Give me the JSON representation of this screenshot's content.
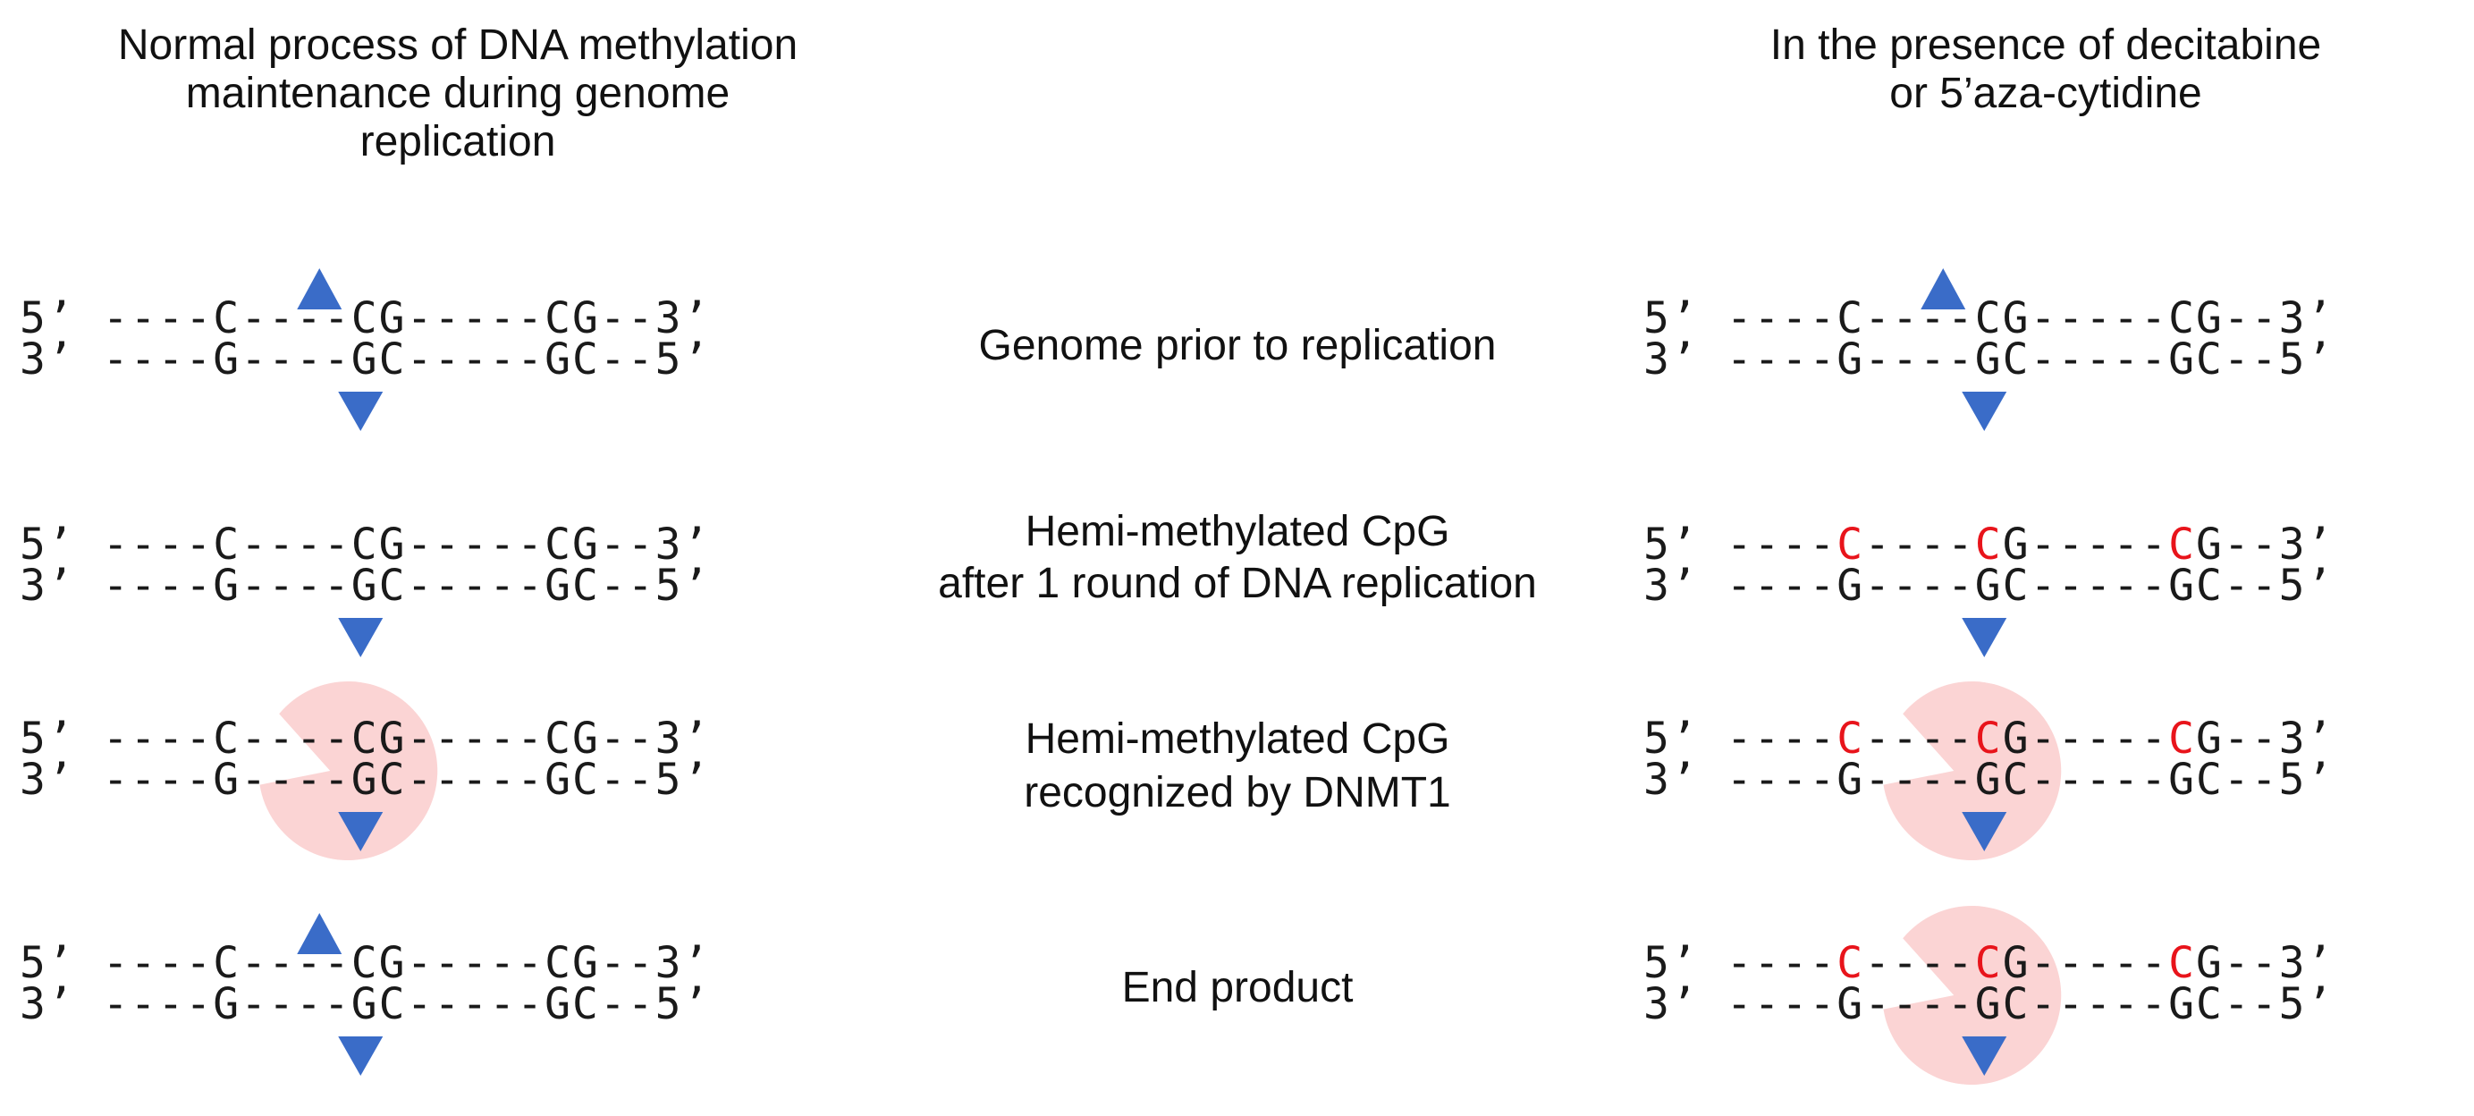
{
  "headers": {
    "left": [
      "Normal process of DNA methylation",
      "maintenance during genome",
      "replication"
    ],
    "right": [
      "In the presence of decitabine",
      "or 5’aza-cytidine"
    ]
  },
  "steps": [
    {
      "label": [
        "Genome prior to replication"
      ],
      "left": {
        "top": [
          [
            "5’ ----C----CG-----CG--3’",
            false
          ]
        ],
        "bottom": "3’ ----G----GC-----GC--5’",
        "up_mark": true,
        "down_mark": true,
        "dnmt1": false
      },
      "right": {
        "top": [
          [
            "5’ ----C----CG-----CG--3’",
            false
          ]
        ],
        "bottom": "3’ ----G----GC-----GC--5’",
        "up_mark": true,
        "down_mark": true,
        "dnmt1": false
      }
    },
    {
      "label": [
        "Hemi-methylated CpG",
        "after 1 round of DNA replication"
      ],
      "left": {
        "top": [
          [
            "5’ ----C----CG-----CG--3’",
            false
          ]
        ],
        "bottom": "3’ ----G----GC-----GC--5’",
        "up_mark": false,
        "down_mark": true,
        "dnmt1": false
      },
      "right": {
        "top": [
          [
            "5’ ----",
            false
          ],
          [
            "C",
            true
          ],
          [
            "----",
            false
          ],
          [
            "C",
            true
          ],
          [
            "G-----",
            false
          ],
          [
            "C",
            true
          ],
          [
            "G--3’",
            false
          ]
        ],
        "bottom": "3’ ----G----GC-----GC--5’",
        "up_mark": false,
        "down_mark": true,
        "dnmt1": false
      }
    },
    {
      "label": [
        "Hemi-methylated CpG",
        "recognized by DNMT1"
      ],
      "left": {
        "top": [
          [
            "5’ ----C----CG-----CG--3’",
            false
          ]
        ],
        "bottom": "3’ ----G----GC-----GC--5’",
        "up_mark": false,
        "down_mark": true,
        "dnmt1": true
      },
      "right": {
        "top": [
          [
            "5’ ----",
            false
          ],
          [
            "C",
            true
          ],
          [
            "----",
            false
          ],
          [
            "C",
            true
          ],
          [
            "G-----",
            false
          ],
          [
            "C",
            true
          ],
          [
            "G--3’",
            false
          ]
        ],
        "bottom": "3’ ----G----GC-----GC--5’",
        "up_mark": false,
        "down_mark": true,
        "dnmt1": true
      }
    },
    {
      "label": [
        "End product"
      ],
      "left": {
        "top": [
          [
            "5’ ----C----CG-----CG--3’",
            false
          ]
        ],
        "bottom": "3’ ----G----GC-----GC--5’",
        "up_mark": true,
        "down_mark": true,
        "dnmt1": false
      },
      "right": {
        "top": [
          [
            "5’ ----",
            false
          ],
          [
            "C",
            true
          ],
          [
            "----",
            false
          ],
          [
            "C",
            true
          ],
          [
            "G-----",
            false
          ],
          [
            "C",
            true
          ],
          [
            "G--3’",
            false
          ]
        ],
        "bottom": "3’ ----G----GC-----GC--5’",
        "up_mark": false,
        "down_mark": true,
        "dnmt1": true
      }
    }
  ],
  "colors": {
    "methyl_mark": "#3a6cc8",
    "dnmt1": "#fbd4d4",
    "aza_base": "#e8141b",
    "text": "#1a1a1a"
  }
}
